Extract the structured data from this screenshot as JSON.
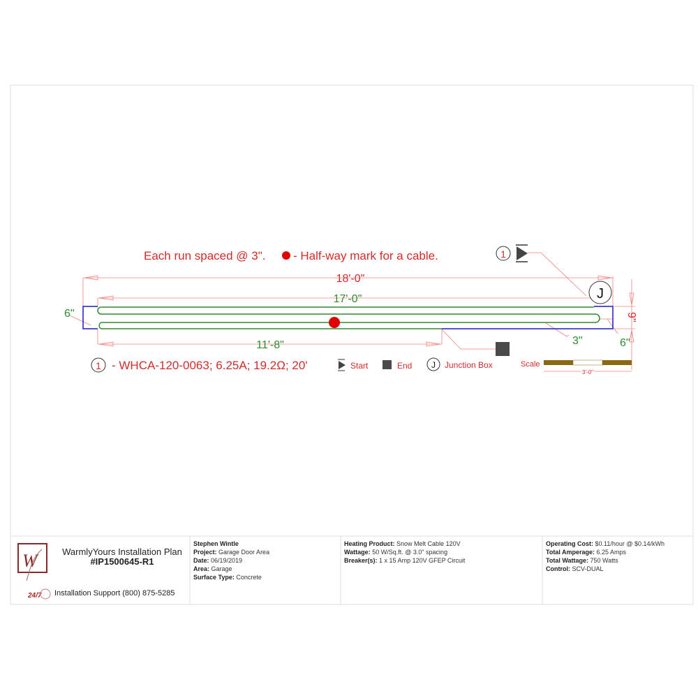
{
  "drawing": {
    "note_spacing": "Each run spaced @ 3\".",
    "note_halfway": "- Half-way mark for a cable.",
    "dim_overall": "18'-0\"",
    "dim_cable": "17'-0\"",
    "dim_half": "11'-8\"",
    "dim_left": "6\"",
    "dim_right_end": "6\"",
    "dim_gap": "3\"",
    "dim_height": "9\"",
    "cable_marker": "1",
    "junction_marker": "J",
    "colors": {
      "cable": "#2e8b2e",
      "area": "#1a1acc",
      "dim": "#f08080",
      "text_red": "#d42a2a",
      "halfway": "#e00000"
    }
  },
  "legend": {
    "cable_num": "1",
    "cable_desc": "- WHCA-120-0063; 6.25A; 19.2Ω; 20'",
    "start": "Start",
    "end": "End",
    "junction_box": "Junction Box",
    "scale_label": "Scale",
    "scale_value": "3'-0\""
  },
  "title_block": {
    "logo_letters": "Wy",
    "plan_title": "WarmlyYours Installation Plan",
    "plan_number": "#IP1500645-R1",
    "support_badge": "24/7",
    "support": "Installation Support (800) 875-5285",
    "customer": "Stephen Wintle",
    "project_label": "Project:",
    "project": "Garage Door Area",
    "date_label": "Date:",
    "date": "06/19/2019",
    "area_label": "Area:",
    "area": "Garage",
    "surface_label": "Surface Type:",
    "surface": "Concrete",
    "product_label": "Heating Product:",
    "product": "Snow Melt Cable 120V",
    "wattage_label": "Wattage:",
    "wattage": "50 W/Sq.ft. @ 3.0\" spacing",
    "breaker_label": "Breaker(s):",
    "breaker": "1 x 15 Amp 120V GFEP Circuit",
    "cost_label": "Operating Cost:",
    "cost": "$0.11/hour @ $0.14/kWh",
    "amp_label": "Total Amperage:",
    "amp": "6.25 Amps",
    "watt_label": "Total Wattage:",
    "watt": "750 Watts",
    "control_label": "Control:",
    "control": "SCV-DUAL"
  }
}
